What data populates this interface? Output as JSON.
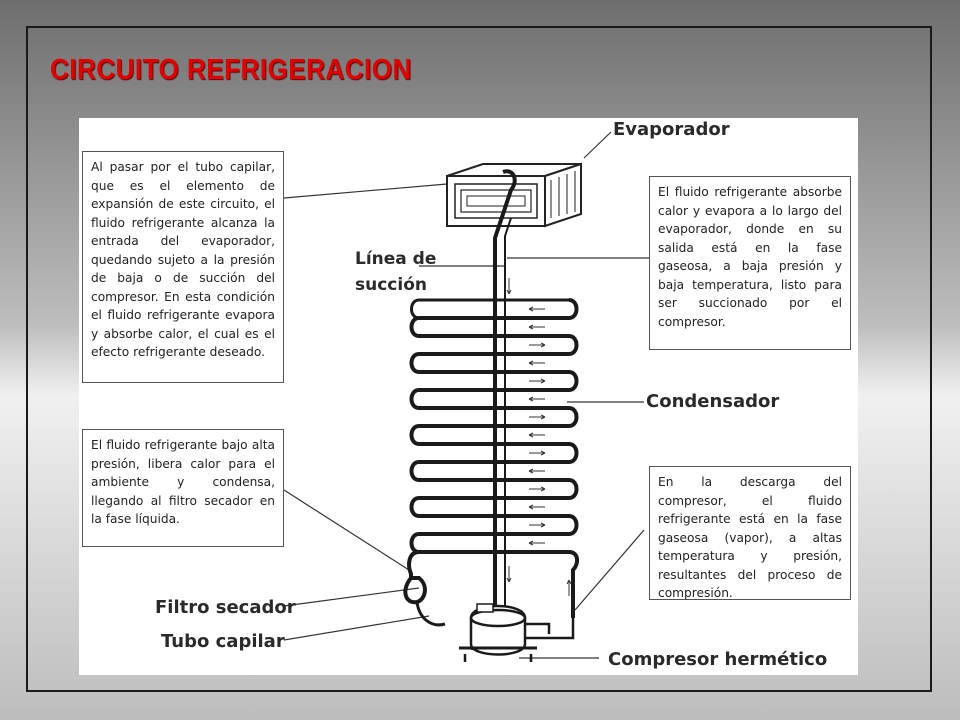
{
  "slide": {
    "title": "CIRCUITO REFRIGERACION"
  },
  "diagram": {
    "labels": {
      "evaporador": "Evaporador",
      "linea_succion_1": "Línea de",
      "linea_succion_2": "succión",
      "condensador": "Condensador",
      "filtro_secador": "Filtro secador",
      "tubo_capilar": "Tubo capilar",
      "compresor": "Compresor hermético"
    },
    "notes": {
      "capilar": "Al pasar por el tubo capilar, que es el elemento de expansión de este circuito, el fluido refrigerante alcanza la entrada del evaporador, quedando sujeto a la presión de baja o de succión del compresor. En esta condición el fluido refrigerante evapora y absorbe calor, el cual es el efecto refrigerante deseado.",
      "condensador": "El fluido refrigerante bajo alta presión, libera calor para el ambiente y condensa, llegando al filtro secador en la fase líquida.",
      "evaporador": "El fluido refrigerante absorbe calor y evapora a lo largo del evaporador, donde en su salida está en la fase gaseosa, a baja presión y baja temperatura, listo para ser succionado por el compresor.",
      "compresor": "En la descarga del compresor, el fluido refrigerante está en la fase gaseosa (vapor), a altas temperatura y presión, resultantes del proceso de compresión."
    }
  }
}
